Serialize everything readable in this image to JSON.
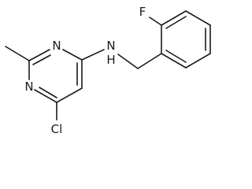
{
  "molecule": {
    "atoms": {
      "n_upper": "N",
      "n_lower": "N",
      "nh": "N",
      "nh_h": "H",
      "cl": "Cl",
      "f": "F"
    },
    "colors": {
      "bond": "#1a1a1a",
      "label": "#1a1a1a",
      "background": "#ffffff"
    }
  }
}
